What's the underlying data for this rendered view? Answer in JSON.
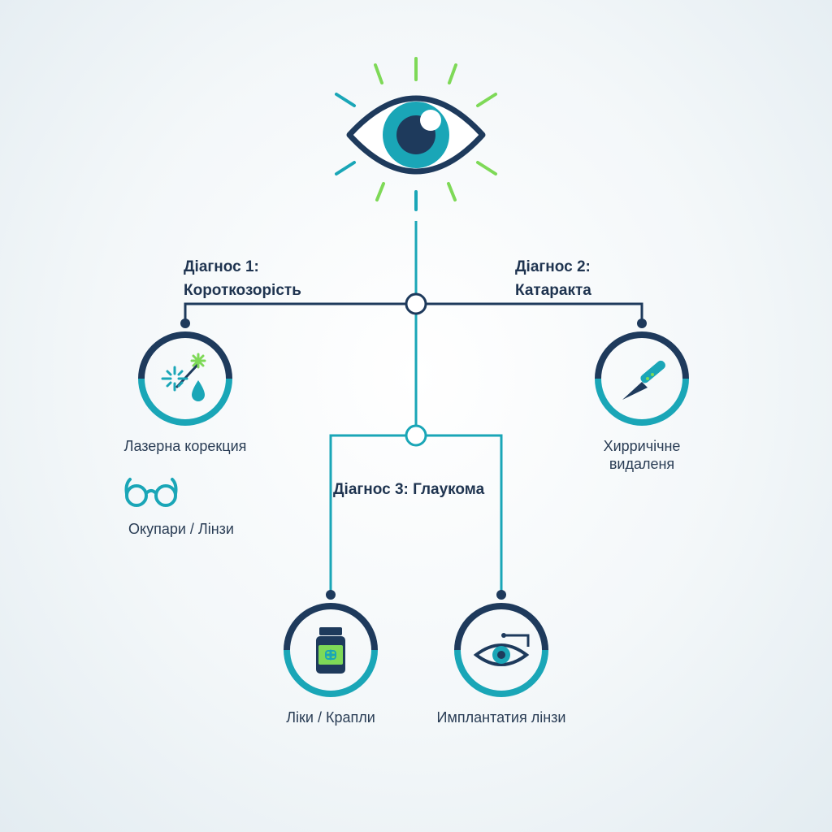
{
  "diagram": {
    "diagnosis_1": {
      "line1": "Діагнос 1:",
      "line2": "Короткозорість"
    },
    "diagnosis_2": {
      "line1": "Діагнос 2:",
      "line2": "Катаракта"
    },
    "diagnosis_3": {
      "label": "Діагнос 3: Глаукома"
    },
    "treatments": {
      "laser": "Лазерна корекция",
      "glasses": "Окупари / Лінзи",
      "surgery_line1": "Хирричічне",
      "surgery_line2": "видаленя",
      "medicine": "Ліки / Крапли",
      "implant": "Имплантатия лінзи"
    },
    "colors": {
      "navy": "#1e3a5c",
      "teal": "#1aa6b7",
      "green": "#7ed957",
      "background": "#f3f7f9"
    },
    "icons": [
      "eye-icon",
      "laser-icon",
      "droplet-icon",
      "glasses-icon",
      "scalpel-icon",
      "medicine-bottle-icon",
      "eye-implant-icon"
    ]
  }
}
